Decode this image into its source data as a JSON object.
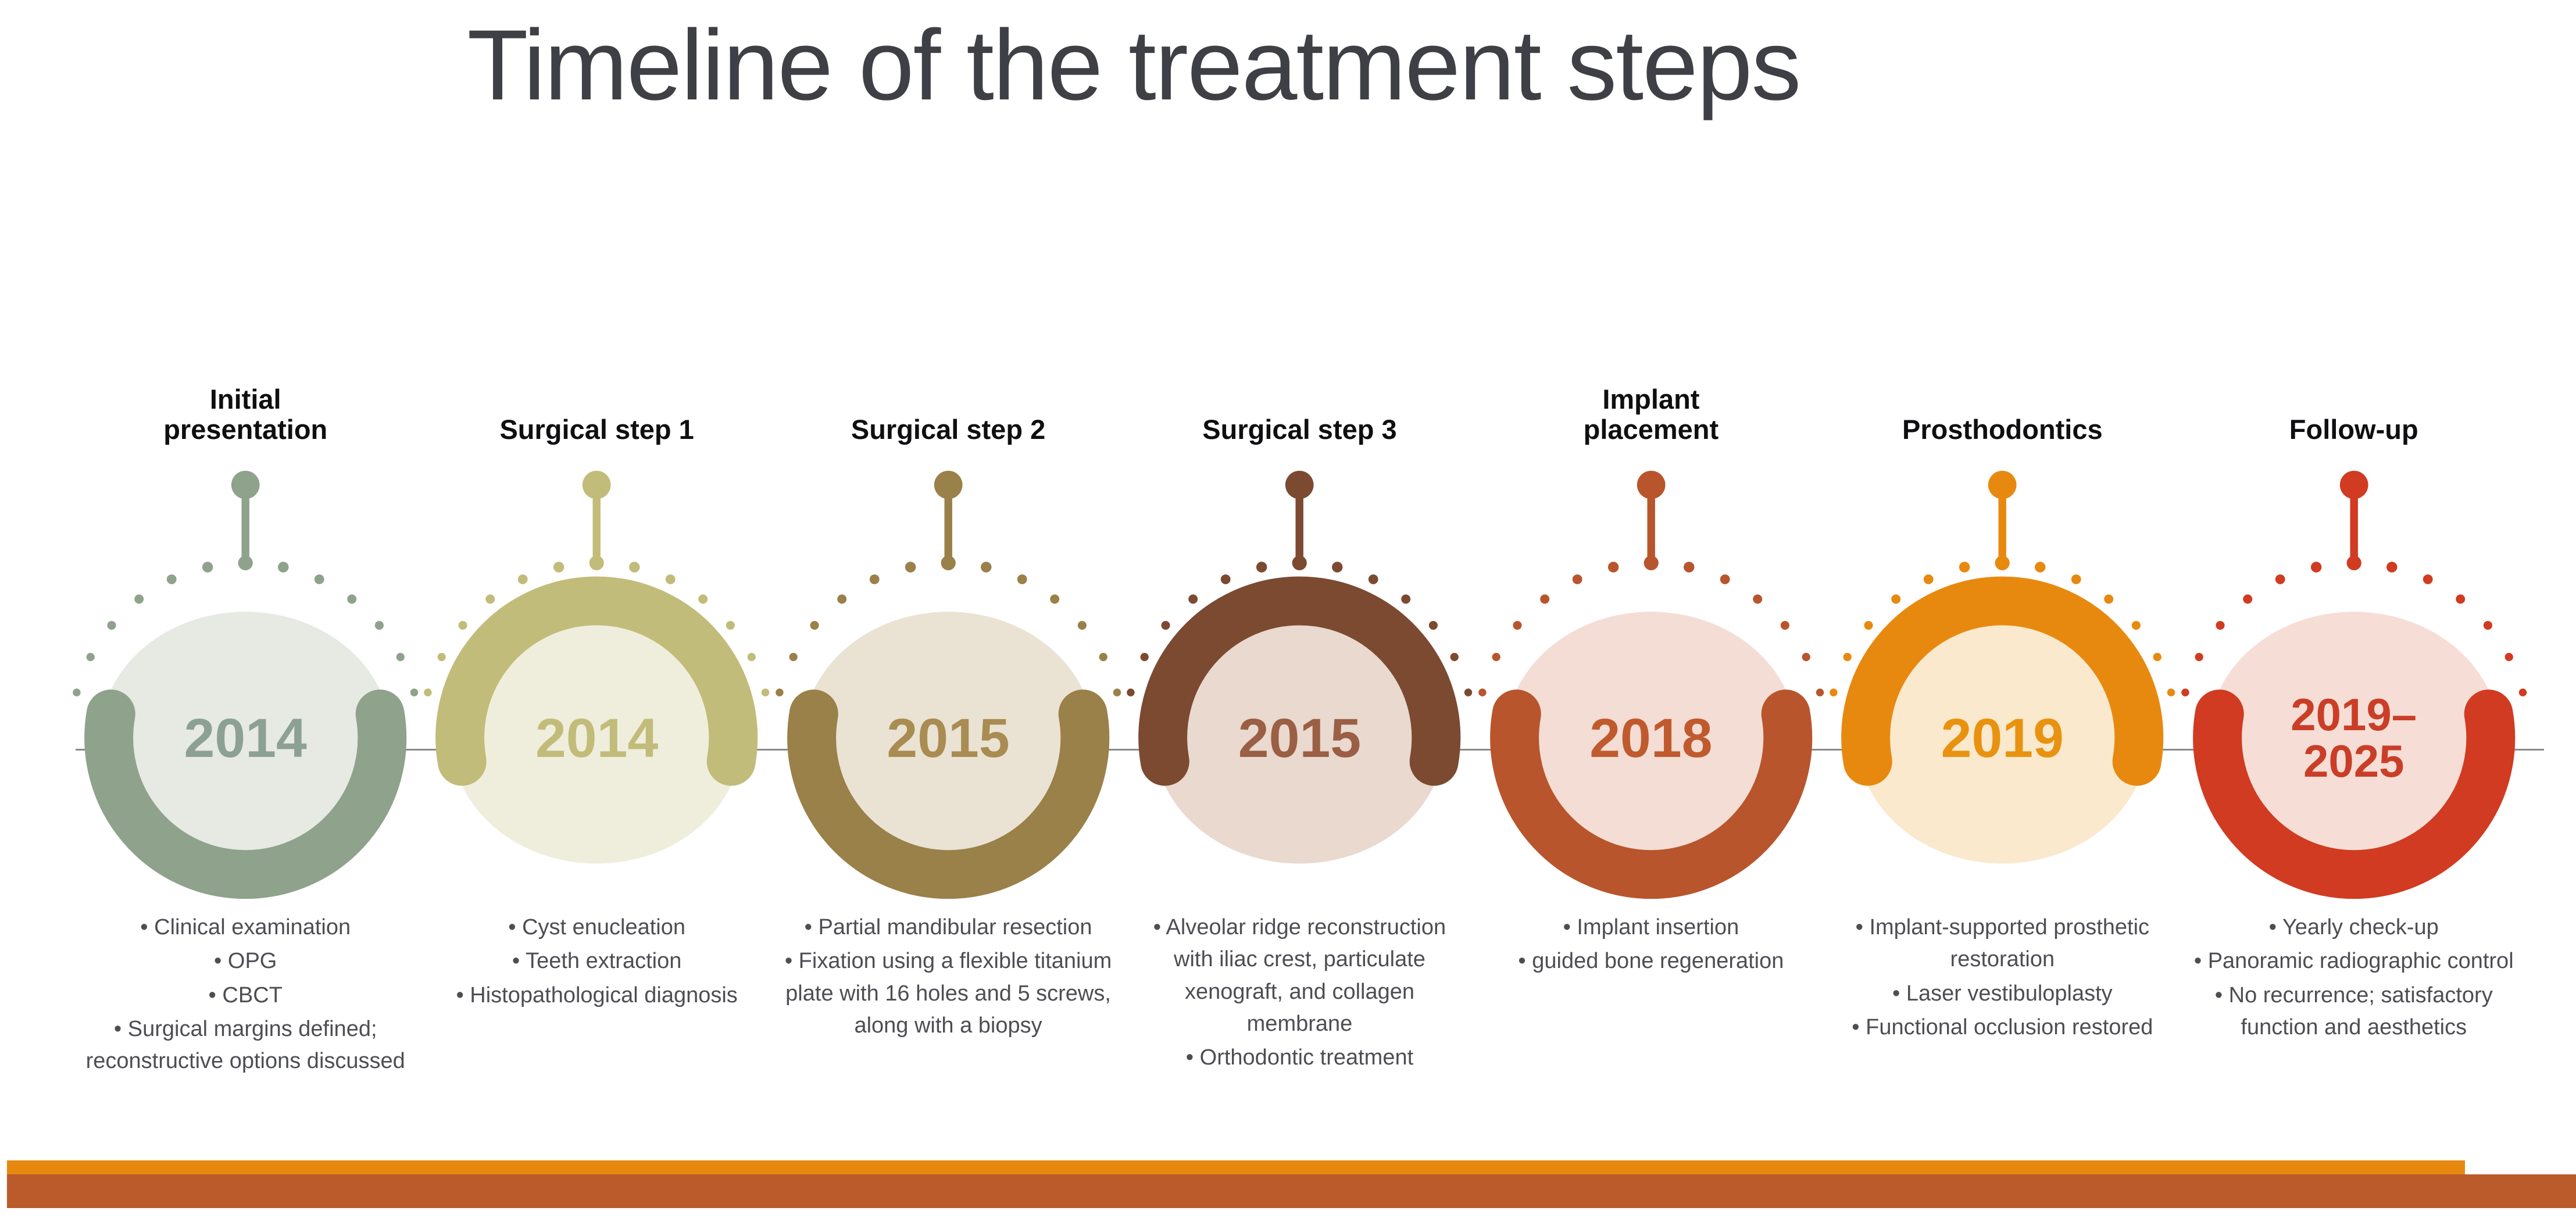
{
  "title": "Timeline of the treatment steps",
  "title_color": "#3f4045",
  "timeline_line_color": "#8a8a8a",
  "milestones": [
    {
      "label": "Initial\npresentation",
      "year": "2014",
      "accent": "#8fa28c",
      "fill": "#e6eae3",
      "year_color": "#8da094",
      "crescent": "bottom",
      "bullets": [
        "Clinical examination",
        "OPG",
        "CBCT",
        "Surgical margins defined; reconstructive options discussed"
      ]
    },
    {
      "label": "Surgical step 1",
      "year": "2014",
      "accent": "#c2bc7a",
      "fill": "#efeedd",
      "year_color": "#c2bc7a",
      "crescent": "top",
      "bullets": [
        "Cyst enucleation",
        "Teeth extraction",
        "Histopathological diagnosis"
      ]
    },
    {
      "label": "Surgical step 2",
      "year": "2015",
      "accent": "#9a8049",
      "fill": "#eae2d3",
      "year_color": "#a98c52",
      "crescent": "bottom",
      "bullets": [
        "Partial mandibular resection",
        "Fixation using a flexible titanium plate with 16 holes and 5 screws, along with a biopsy"
      ]
    },
    {
      "label": "Surgical step 3",
      "year": "2015",
      "accent": "#7b4a31",
      "fill": "#e9d9cf",
      "year_color": "#9a5f44",
      "crescent": "top",
      "bullets": [
        "Alveolar ridge reconstruction with iliac crest, particulate xenograft, and collagen membrane",
        "Orthodontic treatment"
      ]
    },
    {
      "label": "Implant\nplacement",
      "year": "2018",
      "accent": "#b8552d",
      "fill": "#f3ddd4",
      "year_color": "#c05a2e",
      "crescent": "bottom",
      "bullets": [
        "Implant insertion",
        "guided bone regeneration"
      ]
    },
    {
      "label": "Prosthodontics",
      "year": "2019",
      "accent": "#e8890f",
      "fill": "#fae9cd",
      "year_color": "#e8920f",
      "crescent": "top",
      "bullets": [
        "Implant-supported prosthetic restoration",
        "Laser vestibuloplasty",
        "Functional occlusion restored"
      ]
    },
    {
      "label": "Follow-up",
      "year": "2019–\n2025",
      "accent": "#d03b22",
      "fill": "#f6ded6",
      "year_color": "#ca3e27",
      "crescent": "bottom",
      "bullets": [
        "Yearly check-up",
        "Panoramic radiographic control",
        "No recurrence; satisfactory function and aesthetics"
      ]
    }
  ],
  "footer": {
    "bar_top_color": "#e8890f",
    "bar_bottom_color": "#bb5a2b"
  }
}
